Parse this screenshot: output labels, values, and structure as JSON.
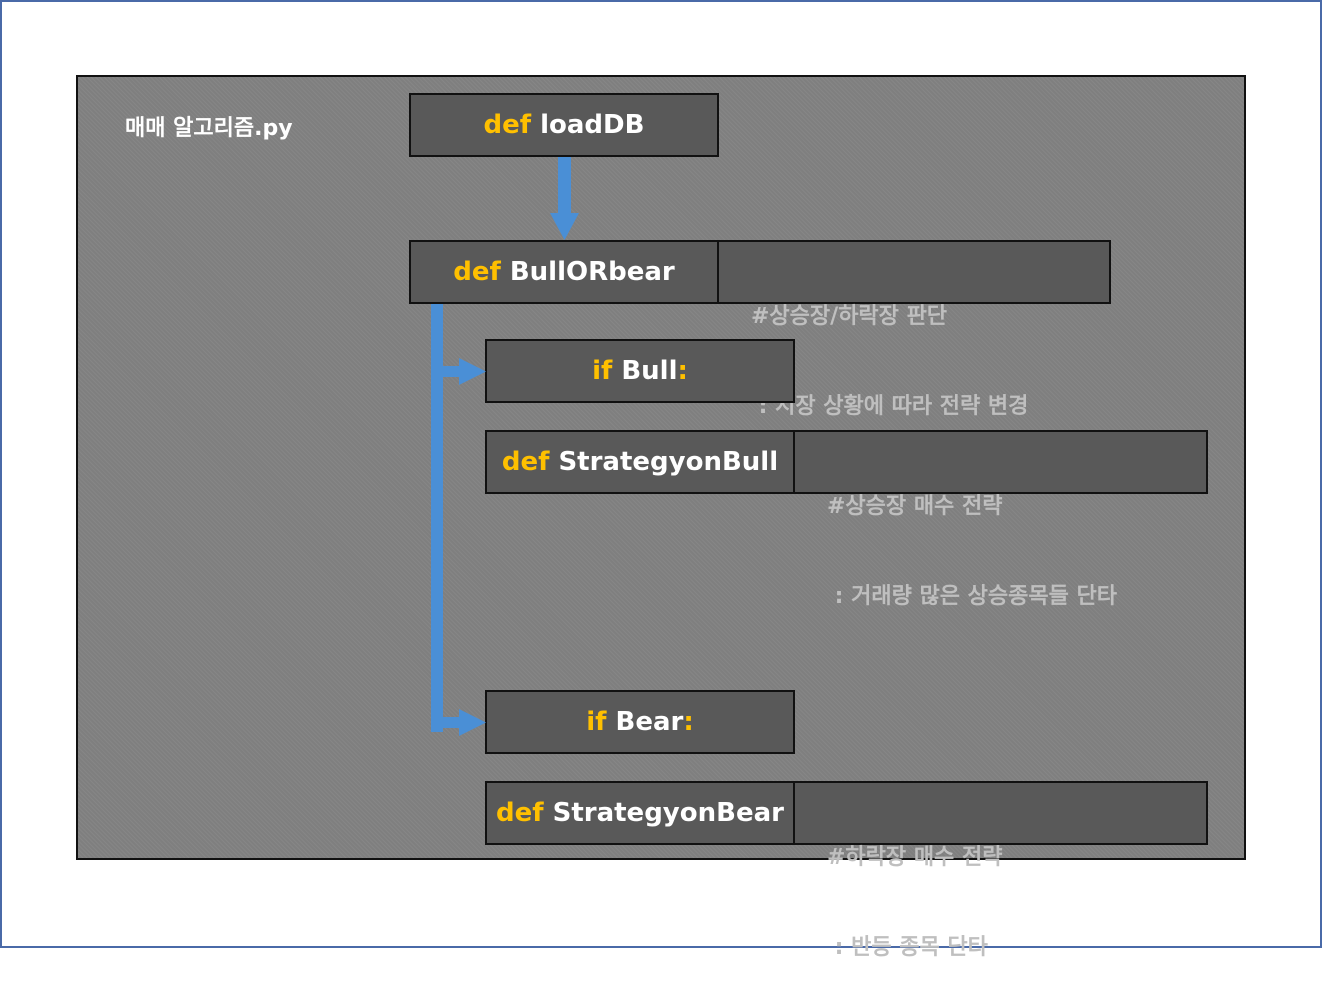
{
  "diagram": {
    "file_title": "매매 알고리즘.py",
    "keyword_def": "def",
    "keyword_if": "if",
    "nodes": {
      "load_db": {
        "name": "loadDB"
      },
      "bull_or_bear": {
        "name": "BullORbear",
        "comment_line1": "#상승장/하락장 판단",
        "comment_line2": " : 시장 상황에 따라 전략 변경"
      },
      "if_bull": {
        "name": "Bull",
        "colon": ":"
      },
      "strategy_bull": {
        "name": "StrategyonBull",
        "comment_line1": "#상승장 매수 전략",
        "comment_line2": " : 거래량 많은 상승종목들 단타"
      },
      "if_bear": {
        "name": "Bear",
        "colon": ":"
      },
      "strategy_bear": {
        "name": "StrategyonBear",
        "comment_line1": "#하락장 매수 전략",
        "comment_line2": " : 반등 종목 단타"
      }
    },
    "colors": {
      "panel": "#7f7f7f",
      "box": "#595959",
      "keyword": "#ffc000",
      "comment_text": "#bfbfbf",
      "arrow": "#4a8fd6",
      "frame_border": "#4a6aa8"
    }
  }
}
